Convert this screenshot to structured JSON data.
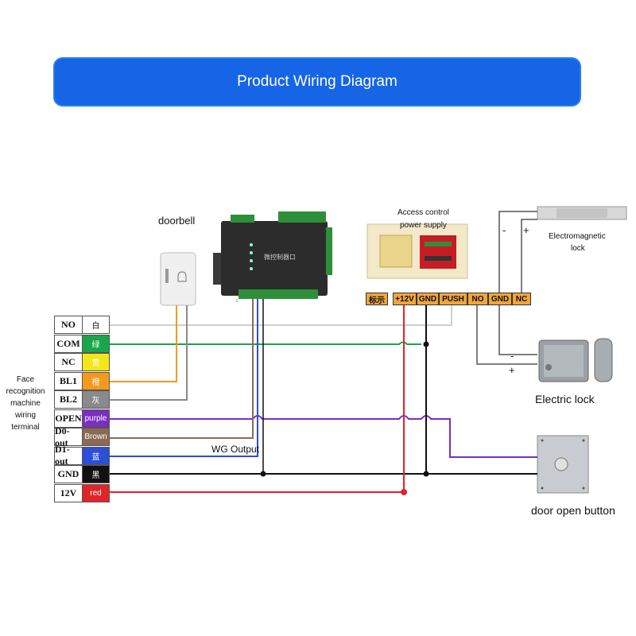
{
  "header": {
    "title": "Product Wiring Diagram"
  },
  "labels": {
    "doorbell": "doorbell",
    "access_power_line1": "Access control",
    "access_power_line2": "power supply",
    "em_lock_line1": "Electromagnetic",
    "em_lock_line2": "lock",
    "electric_lock": "Electric lock",
    "door_open_button": "door open button",
    "wg_output": "WG Output",
    "face_terminal_line1": "Face",
    "face_terminal_line2": "recognition",
    "face_terminal_line3": "machine",
    "face_terminal_line4": "wiring",
    "face_terminal_line5": "terminal",
    "controller_text": "微控制器口",
    "em_minus": "-",
    "em_plus": "+",
    "el_minus": "-",
    "el_plus": "+"
  },
  "terminal_block": [
    {
      "name": "NO",
      "color_label": "白",
      "color": "#ffffff",
      "text_color": "#111111"
    },
    {
      "name": "COM",
      "color_label": "绿",
      "color": "#1aa64a",
      "text_color": "#ffffff"
    },
    {
      "name": "NC",
      "color_label": "黄",
      "color": "#f5e61a",
      "text_color": "#ffffff"
    },
    {
      "name": "BL1",
      "color_label": "橙",
      "color": "#f39a1e",
      "text_color": "#ffffff"
    },
    {
      "name": "BL2",
      "color_label": "灰",
      "color": "#8a8a8a",
      "text_color": "#ffffff"
    },
    {
      "name": "OPEN",
      "color_label": "purple",
      "color": "#7a2fc0",
      "text_color": "#ffffff"
    },
    {
      "name": "D0-out",
      "color_label": "Brown",
      "color": "#8b6a55",
      "text_color": "#ffffff"
    },
    {
      "name": "D1-out",
      "color_label": "蓝",
      "color": "#2b4fd8",
      "text_color": "#ffffff"
    },
    {
      "name": "GND",
      "color_label": "黑",
      "color": "#111111",
      "text_color": "#ffffff"
    },
    {
      "name": "12V",
      "color_label": "red",
      "color": "#e0242a",
      "text_color": "#ffffff"
    }
  ],
  "power_terminals": [
    {
      "label": "标示"
    },
    {
      "label": "+12V"
    },
    {
      "label": "GND"
    },
    {
      "label": "PUSH"
    },
    {
      "label": "NO"
    },
    {
      "label": "GND"
    },
    {
      "label": "NC"
    }
  ],
  "colors": {
    "banner": "#1565e6",
    "terminal_orange": "#f0a63c"
  }
}
